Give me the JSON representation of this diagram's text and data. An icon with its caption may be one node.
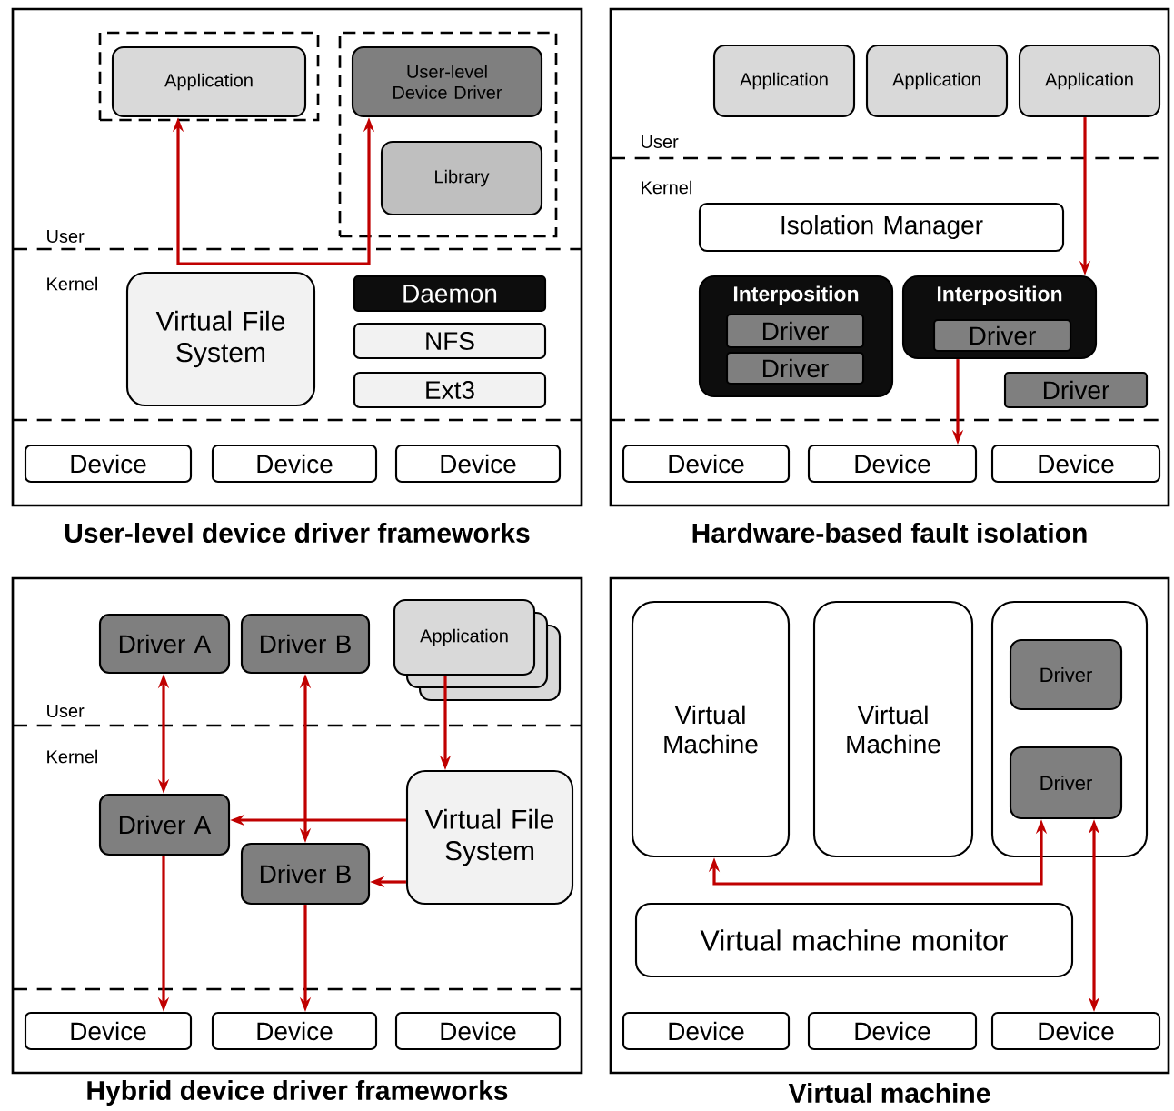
{
  "diagram": {
    "nodes": [
      {
        "text": [
          "User-level device driver frameworks"
        ]
      },
      {
        "text": [],
        "shape": "box",
        "in": 0
      },
      {
        "text": [
          "Application"
        ],
        "in": 1
      },
      {
        "text": [],
        "shape": "box",
        "in": 0
      },
      {
        "text": [
          "User-level Device Driver"
        ],
        "in": 3
      },
      {
        "text": [
          "Library"
        ],
        "in": 3
      },
      {
        "text": [
          "Virtual File System"
        ],
        "in": 0
      },
      {
        "text": [
          "Daemon"
        ],
        "in": 0
      },
      {
        "text": [
          "NFS"
        ],
        "in": 0
      },
      {
        "text": [
          "Ext3"
        ],
        "in": 0
      },
      {
        "text": [
          "Device"
        ],
        "in": 0
      },
      {
        "text": [
          "Device"
        ],
        "in": 0
      },
      {
        "text": [
          "Device"
        ],
        "in": 0
      },
      {
        "text": [
          "Hardware-based fault isolation"
        ]
      },
      {
        "text": [
          "Application"
        ],
        "in": 13
      },
      {
        "text": [
          "Application"
        ],
        "in": 13
      },
      {
        "text": [
          "Application"
        ],
        "in": 13
      },
      {
        "text": [
          "Isolation Manager"
        ],
        "in": 13
      },
      {
        "text": [
          "Interposition"
        ],
        "in": 13
      },
      {
        "text": [
          "Driver"
        ],
        "in": 18
      },
      {
        "text": [
          "Driver"
        ],
        "in": 18
      },
      {
        "text": [
          "Interposition"
        ],
        "in": 13
      },
      {
        "text": [
          "Driver"
        ],
        "in": 21
      },
      {
        "text": [
          "Driver"
        ],
        "in": 13
      },
      {
        "text": [
          "Device"
        ],
        "in": 13
      },
      {
        "text": [
          "Device"
        ],
        "in": 13
      },
      {
        "text": [
          "Device"
        ],
        "in": 13
      },
      {
        "text": [
          "Hybrid device driver frameworks"
        ]
      },
      {
        "text": [
          "Driver A"
        ],
        "in": 27
      },
      {
        "text": [
          "Driver B"
        ],
        "in": 27
      },
      {
        "text": [
          "Application"
        ],
        "in": 27
      },
      {
        "text": [
          "Driver A"
        ],
        "in": 27
      },
      {
        "text": [
          "Driver B"
        ],
        "in": 27
      },
      {
        "text": [
          "Virtual File System"
        ],
        "in": 27
      },
      {
        "text": [
          "Device"
        ],
        "in": 27
      },
      {
        "text": [
          "Device"
        ],
        "in": 27
      },
      {
        "text": [
          "Device"
        ],
        "in": 27
      },
      {
        "text": [
          "Virtual machine"
        ]
      },
      {
        "text": [
          "Virtual Machine"
        ],
        "in": 37
      },
      {
        "text": [
          "Virtual Machine"
        ],
        "in": 37
      },
      {
        "text": [],
        "shape": "box",
        "in": 37
      },
      {
        "text": [
          "Driver"
        ],
        "in": 40
      },
      {
        "text": [
          "Driver"
        ],
        "in": 40
      },
      {
        "text": [
          "Virtual machine monitor"
        ],
        "in": 37
      },
      {
        "text": [
          "Device"
        ],
        "in": 37
      },
      {
        "text": [
          "Device"
        ],
        "in": 37
      },
      {
        "text": [
          "Device"
        ],
        "in": 37
      }
    ],
    "edges": [
      {
        "from": 2,
        "to": 4,
        "arrow": "both"
      },
      {
        "from": 16,
        "to": 21,
        "arrow": "to"
      },
      {
        "from": 21,
        "to": 25,
        "arrow": "to"
      },
      {
        "from": 28,
        "to": 31,
        "arrow": "both"
      },
      {
        "from": 29,
        "to": 32,
        "arrow": "both"
      },
      {
        "from": 30,
        "to": 33,
        "arrow": "to"
      },
      {
        "from": 33,
        "to": 31,
        "arrow": "to"
      },
      {
        "from": 33,
        "to": 32,
        "arrow": "to"
      },
      {
        "from": 31,
        "to": 34,
        "arrow": "to"
      },
      {
        "from": 32,
        "to": 35,
        "arrow": "to"
      },
      {
        "from": 38,
        "to": 42,
        "arrow": "both"
      },
      {
        "from": 42,
        "to": 46,
        "arrow": "both"
      }
    ],
    "labels": [
      "User",
      "Kernel",
      "User",
      "Kernel",
      "User",
      "Kernel"
    ]
  }
}
